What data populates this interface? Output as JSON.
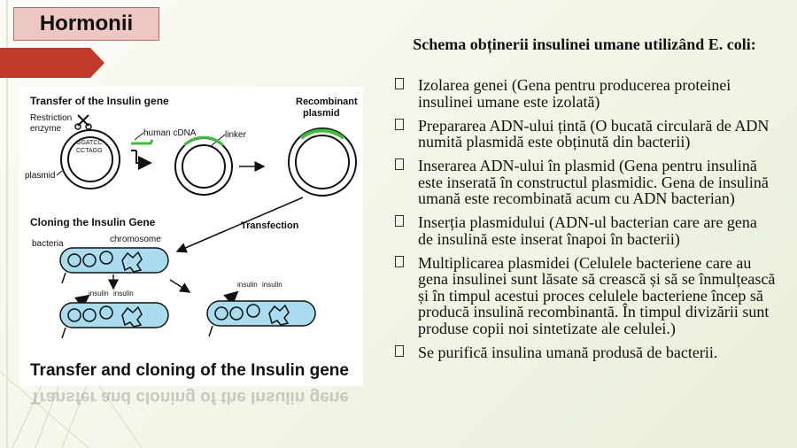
{
  "slide": {
    "title": "Hormonii",
    "heading": "Schema obținerii insulinei umane utilizând E. coli:",
    "items": [
      "Izolarea genei (Gena pentru producerea proteinei insulinei umane este izolată)",
      "Prepararea ADN-ului țintă (O bucată circulară de ADN numită plasmidă este obținută din bacterii)",
      "Inserarea ADN-ului în plasmid (Gena pentru insulină este inserată în constructul plasmidic. Gena de insulină umană este recombinată acum cu ADN bacterian)",
      "Inserția plasmidului (ADN-ul bacterian care are gena de insulină este inserat înapoi în bacterii)",
      "Multiplicarea plasmidei (Celulele bacteriene care au gena insulinei sunt lăsate să crească și să se înmulțească și în timpul acestui proces celulele bacteriene încep să producă insulină recombinantă. În timpul divizării sunt produse copii noi sintetizate ale celulei.)",
      "Se purifică insulina umană produsă de bacterii."
    ]
  },
  "figure": {
    "transfer_title": "Transfer of the Insulin gene",
    "restriction_enzyme": [
      "Restriction",
      "enzyme"
    ],
    "site_top": "GGATCC",
    "site_bottom": "CCTAGG",
    "plasmid": "plasmid",
    "human_cdna": "human cDNA",
    "linker": "linker",
    "recombinant_plasmid": [
      "Recombinant",
      "plasmid"
    ],
    "cloning_title": "Cloning the Insulin Gene",
    "transfection": "Transfection",
    "bacteria": "bacteria",
    "chromosome": "chromosome",
    "insulin": "insulin",
    "caption": "Transfer and cloning of the Insulin gene"
  },
  "colors": {
    "green": "#3cbf3c",
    "cell": "#a9dcef",
    "title_box": "#eec7c3",
    "accent_red": "#c0392b"
  }
}
